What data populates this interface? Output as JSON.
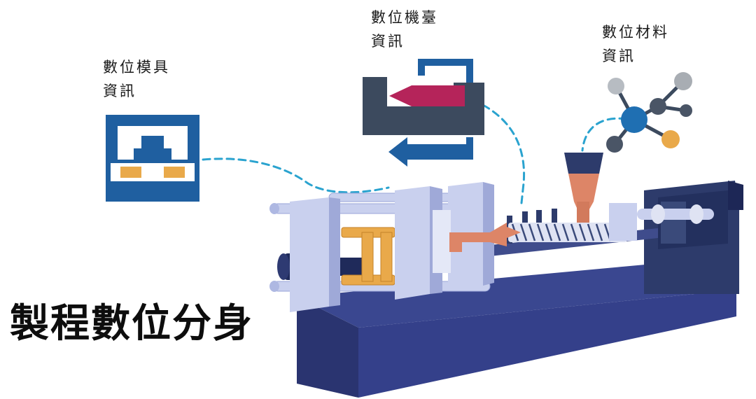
{
  "labels": {
    "mold": {
      "line1": "數位模具",
      "line2": "資訊"
    },
    "machine": {
      "line1": "數位機臺",
      "line2": "資訊"
    },
    "material": {
      "line1": "數位材料",
      "line2": "資訊"
    }
  },
  "title": "製程數位分身",
  "colors": {
    "primary_blue": "#1f5fa0",
    "dark_navy": "#2d3b6b",
    "machine_body": "#34408a",
    "light_frame": "#c9d0ee",
    "accent_orange": "#e9a94a",
    "accent_red": "#b5245a",
    "slate": "#3c4a5e",
    "dashed_link": "#2aa3cf"
  },
  "icons": [
    "mold-icon",
    "machine-icon",
    "material-molecule-icon",
    "injection-molding-machine"
  ]
}
